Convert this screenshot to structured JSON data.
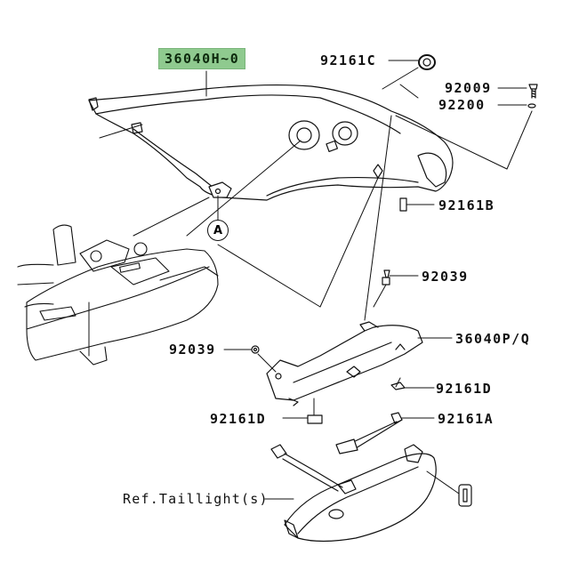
{
  "diagram": {
    "type": "exploded-parts-diagram",
    "subject": "Rear seat cowl / tail assembly"
  },
  "colors": {
    "highlight_bg": "#8fca8f",
    "line": "#111111",
    "background": "#ffffff"
  },
  "labels": {
    "main_part": "36040H~0",
    "p92161C": "92161C",
    "p92009": "92009",
    "p92200": "92200",
    "p92161B": "92161B",
    "p92039_right": "92039",
    "p36040PQ": "36040P/Q",
    "p92039_left": "92039",
    "p92161D_right": "92161D",
    "p92161D_left": "92161D",
    "p92161A": "92161A",
    "ref_taillight": "Ref.Taillight(s)",
    "callout_A": "A"
  }
}
